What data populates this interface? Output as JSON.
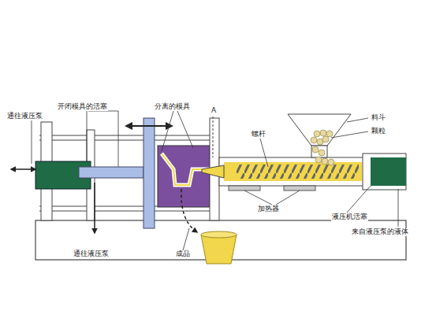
{
  "diagram": {
    "labels": [
      "通往液压泵",
      "开闭模具的活塞",
      "分离的模具",
      "A",
      "螺杆",
      "料斗",
      "颗粒",
      "加热器",
      "液压机活塞",
      "来自液压泵的液体",
      "通往液压泵",
      "成品"
    ]
  }
}
